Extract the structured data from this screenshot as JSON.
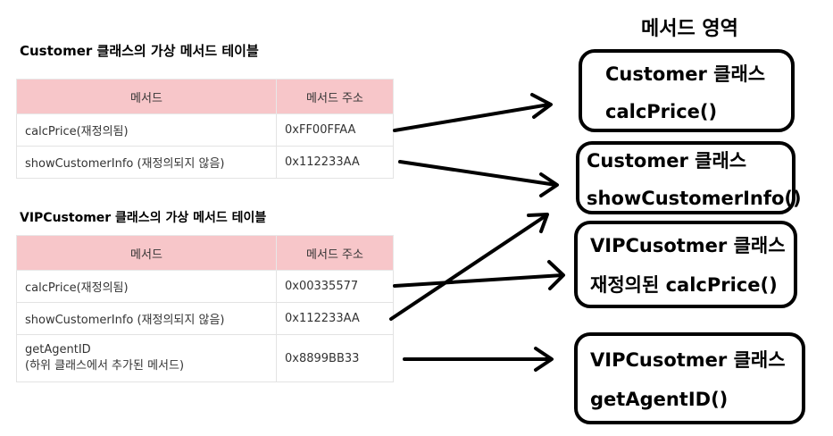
{
  "region_title": "메서드 영역",
  "customer_table": {
    "title": "Customer 클래스의 가상 메서드 테이블",
    "headers": [
      "메서드",
      "메서드 주소"
    ],
    "rows": [
      {
        "method": "calcPrice(재정의됨)",
        "address": "0xFF00FFAA"
      },
      {
        "method": "showCustomerInfo (재정의되지 않음)",
        "address": "0x112233AA"
      }
    ]
  },
  "vip_table": {
    "title": "VIPCustomer 클래스의 가상 메서드 테이블",
    "headers": [
      "메서드",
      "메서드 주소"
    ],
    "rows": [
      {
        "method": "calcPrice(재정의됨)",
        "address": "0x00335577"
      },
      {
        "method": "showCustomerInfo (재정의되지 않음)",
        "address": "0x112233AA"
      },
      {
        "method_line1": "getAgentID",
        "method_line2": "(하위 클래스에서 추가된 메서드)",
        "address": "0x8899BB33"
      }
    ]
  },
  "boxes": [
    {
      "line1": "Customer 클래스",
      "line2": "calcPrice()"
    },
    {
      "line1": "Customer 클래스",
      "line2": "showCustomerInfo()"
    },
    {
      "line1": "VIPCusotmer 클래스",
      "line2": "재정의된 calcPrice()"
    },
    {
      "line1": "VIPCusotmer 클래스",
      "line2": "getAgentID()"
    }
  ]
}
